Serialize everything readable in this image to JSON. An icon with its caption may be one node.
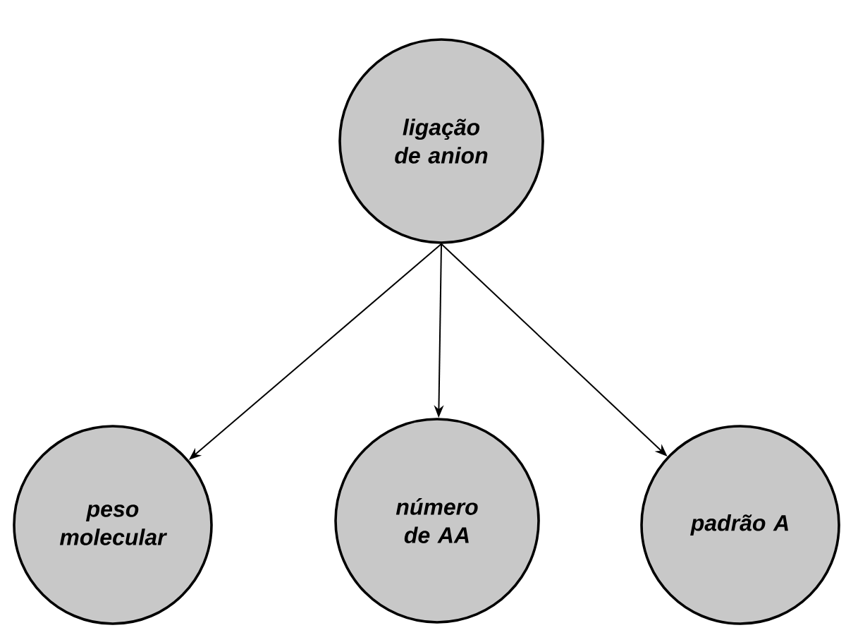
{
  "diagram": {
    "nodes": [
      {
        "text": [
          "ligação de anion"
        ]
      },
      {
        "text": [
          "peso molecular"
        ]
      },
      {
        "text": [
          "número de AA"
        ]
      },
      {
        "text": [
          "padrão A"
        ]
      }
    ],
    "edges": [
      {
        "from": 0,
        "to": 1,
        "arrow": "to"
      },
      {
        "from": 0,
        "to": 2,
        "arrow": "to"
      },
      {
        "from": 0,
        "to": 3,
        "arrow": "to"
      }
    ]
  }
}
